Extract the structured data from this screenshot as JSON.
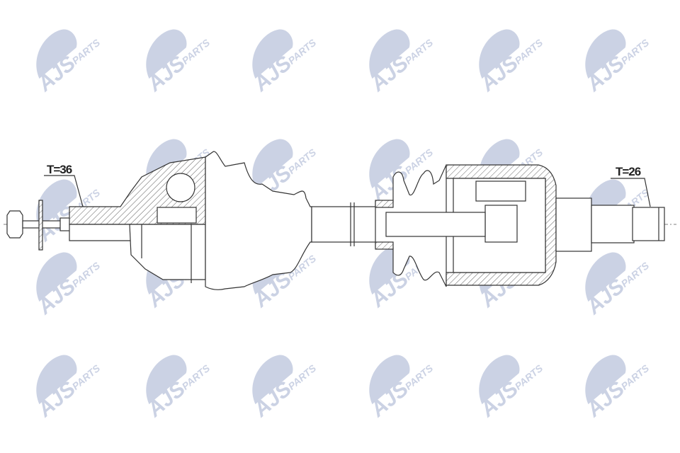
{
  "watermark": {
    "brand": "AJS",
    "suffix": "PARTS",
    "color": "#c3cbe0"
  },
  "labels": {
    "left_teeth": "T=36",
    "right_teeth": "T=26"
  },
  "colors": {
    "line": "#333333",
    "background": "#ffffff"
  }
}
